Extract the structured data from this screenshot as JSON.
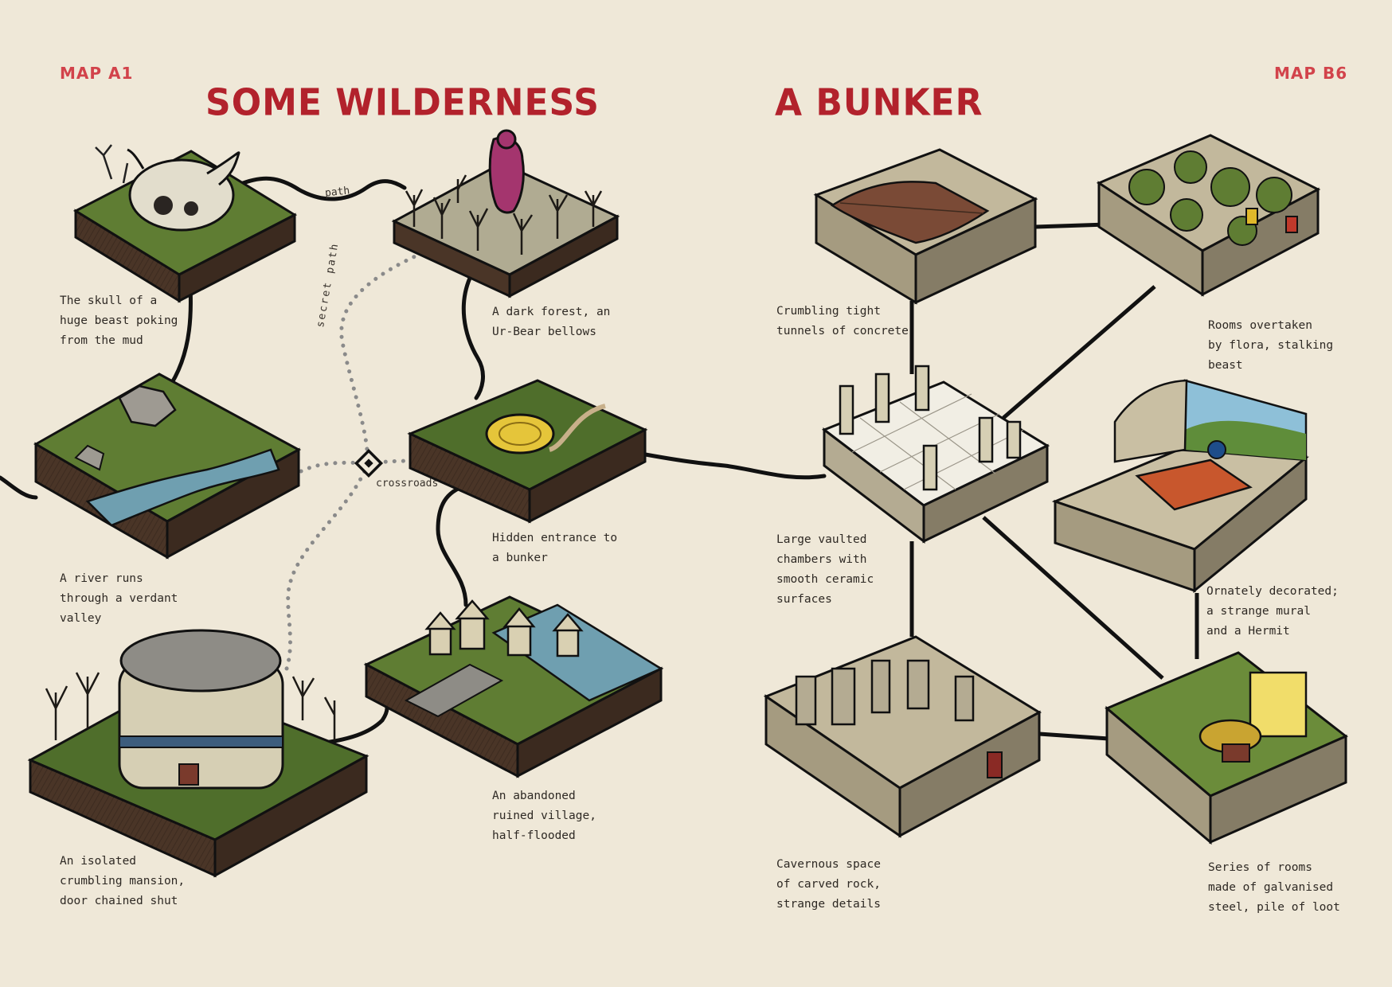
{
  "left_page": {
    "map_label": "MAP A1",
    "title": "SOME WILDERNESS",
    "path_labels": {
      "path": "path",
      "secret_path": "secret path",
      "crossroads": "crossroads"
    },
    "locations": [
      {
        "id": "skull",
        "icon": "skull-in-mud-tile-icon",
        "caption": "The skull of a\nhuge beast poking\nfrom the mud"
      },
      {
        "id": "forest",
        "icon": "dark-forest-bear-tile-icon",
        "caption": "A dark forest, an\nUr-Bear bellows"
      },
      {
        "id": "river",
        "icon": "river-valley-tile-icon",
        "caption": "A river runs\nthrough a verdant\nvalley"
      },
      {
        "id": "entrance",
        "icon": "bunker-hatch-tile-icon",
        "caption": "Hidden entrance to\na bunker"
      },
      {
        "id": "mansion",
        "icon": "crumbling-mansion-tile-icon",
        "caption": "An isolated\ncrumbling mansion,\ndoor chained shut"
      },
      {
        "id": "village",
        "icon": "flooded-village-tile-icon",
        "caption": "An abandoned\nruined village,\nhalf-flooded"
      }
    ]
  },
  "right_page": {
    "map_label": "MAP B6",
    "title": "A BUNKER",
    "rooms": [
      {
        "id": "tunnels",
        "icon": "concrete-tunnels-room-icon",
        "caption": "Crumbling tight\ntunnels of concrete"
      },
      {
        "id": "flora",
        "icon": "overgrown-rooms-icon",
        "caption": "Rooms overtaken\nby flora, stalking\nbeast"
      },
      {
        "id": "vaulted",
        "icon": "vaulted-chamber-icon",
        "caption": "Large vaulted\nchambers with\nsmooth ceramic\nsurfaces"
      },
      {
        "id": "mural",
        "icon": "mural-hermit-room-icon",
        "caption": "Ornately decorated;\na strange mural\nand a Hermit"
      },
      {
        "id": "cavern",
        "icon": "carved-rock-cavern-icon",
        "caption": "Cavernous space\nof carved rock,\nstrange details"
      },
      {
        "id": "steel",
        "icon": "steel-rooms-loot-icon",
        "caption": "Series of rooms\nmade of galvanised\nsteel, pile of loot"
      }
    ]
  },
  "colors": {
    "paper": "#efe8d8",
    "title_red": "#b2222c",
    "label_red": "#d2434b",
    "ink": "#1a1a1a",
    "grass": "#5f7d33",
    "soil": "#4a3527",
    "water": "#6f9fb0",
    "concrete": "#b4ab92",
    "concrete_dark": "#857c66"
  }
}
